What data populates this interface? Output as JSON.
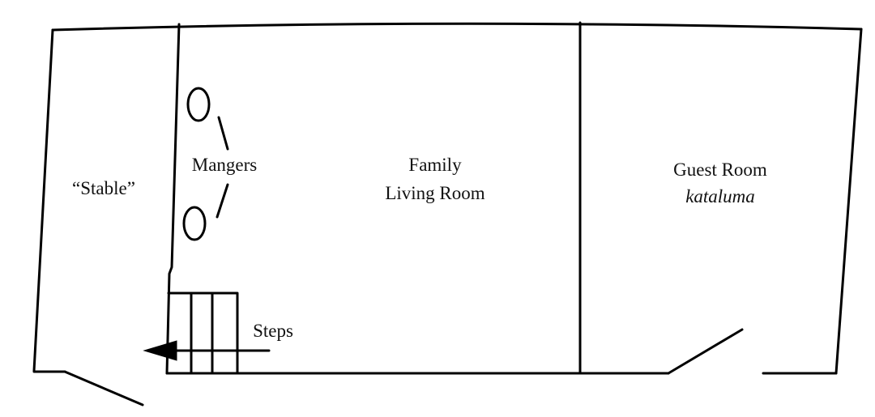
{
  "rooms": {
    "stable": {
      "label": "“Stable”"
    },
    "living_room": {
      "line1": "Family",
      "line2": "Living Room"
    },
    "guest_room": {
      "line1": "Guest Room",
      "line2": "kataluma"
    }
  },
  "features": {
    "mangers_label": "Mangers",
    "steps_label": "Steps"
  }
}
